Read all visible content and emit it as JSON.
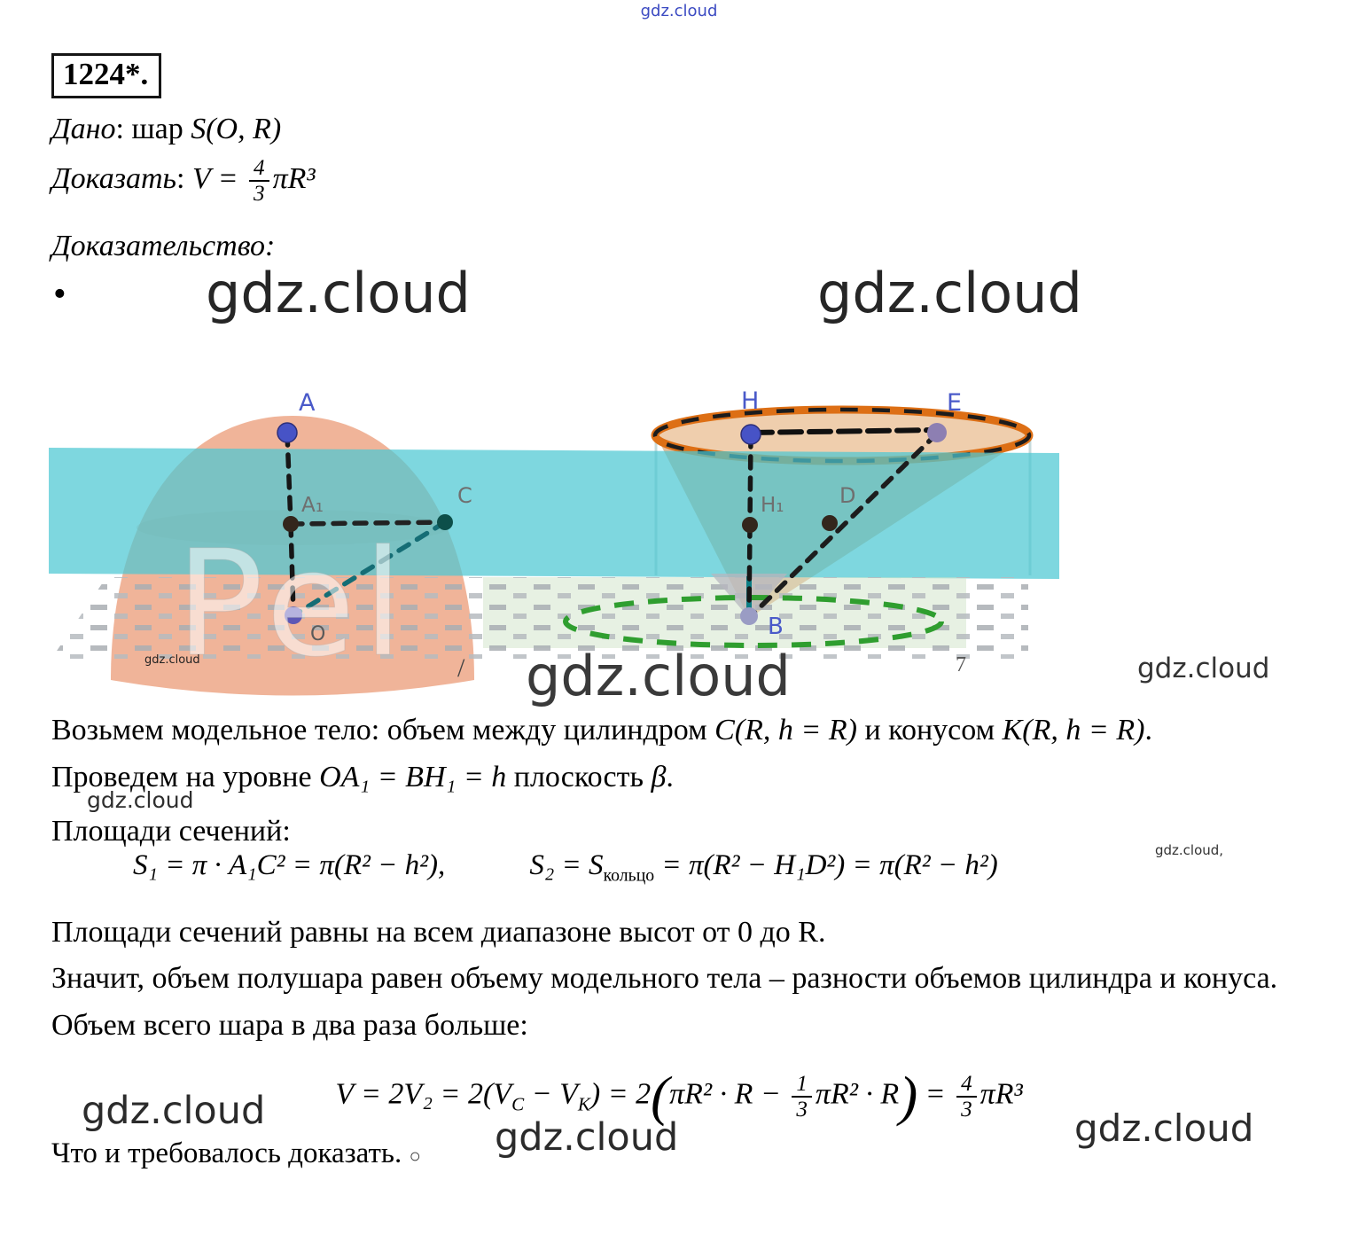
{
  "watermarks": {
    "top": "gdz.cloud",
    "row_left": "gdz.cloud",
    "row_right": "gdz.cloud",
    "figure_small": "gdz.cloud",
    "figure_center": "gdz.cloud",
    "figure_right": "gdz.cloud",
    "figure_big": "Pel",
    "mid_left": "gdz.cloud",
    "formula_small": "gdz.cloud,",
    "bottom_left": "gdz.cloud",
    "bottom_center": "gdz.cloud",
    "bottom_right": "gdz.cloud"
  },
  "problem": {
    "number": "1224*."
  },
  "given": {
    "label": "Дано",
    "sep": ": шар ",
    "math": "S(O, R)"
  },
  "prove": {
    "label": "Доказать",
    "sep": ": ",
    "lhs": "V = ",
    "frac": {
      "num": "4",
      "den": "3"
    },
    "rhs": "πR³"
  },
  "proof_label": "Доказательство:",
  "bullet": "•",
  "figure": {
    "labels": {
      "a": "A",
      "a1": "A₁",
      "c": "C",
      "o": "O",
      "h": "H",
      "e": "E",
      "h1": "H₁",
      "d": "D",
      "b": "B",
      "slash": "/",
      "seven": "7"
    },
    "colors": {
      "plane": "#4cc8d2",
      "sphere": "#efae90",
      "rim": "#dd6f15",
      "green_ring": "#2f9e2f"
    }
  },
  "para1": {
    "n1": "Возьмем модельное тело: объем между цилиндром ",
    "m1": "C(R, h = R)",
    "n2": " и конусом ",
    "m2": "K(R, h = R)",
    "n3": ". Проведем на уровне ",
    "m3": "OA₁ = BH₁ = h",
    "n4": " плоскость ",
    "m4": "β",
    "n5": "."
  },
  "sections_label": "Площади сечений:",
  "formulas": {
    "s1": "S₁ = π · A₁C² = π(R² − h²),",
    "s2_pre": "S₂ = S",
    "s2_sub": "кольцо",
    "s2_post": " = π(R² − H₁D²) = π(R² − h²)"
  },
  "range_line": "Площади сечений равны на всем диапазоне высот от 0 до R.",
  "para2": "Значит, объем полушара равен объему модельного тела – разности объемов цилиндра и конуса. Объем всего шара в два раза больше:",
  "final": {
    "p1": "V = 2V₂ = 2(V",
    "sub_c": "C",
    "p2": " − V",
    "sub_k": "K",
    "p3": ") = 2",
    "lparen": "(",
    "p4": "πR² · R − ",
    "frac13": {
      "num": "1",
      "den": "3"
    },
    "p5": "πR² · R",
    "rparen": ")",
    "p6": " = ",
    "frac43": {
      "num": "4",
      "den": "3"
    },
    "p7": "πR³"
  },
  "qed": {
    "text": "Что и требовалось доказать.",
    "mark": "○"
  }
}
